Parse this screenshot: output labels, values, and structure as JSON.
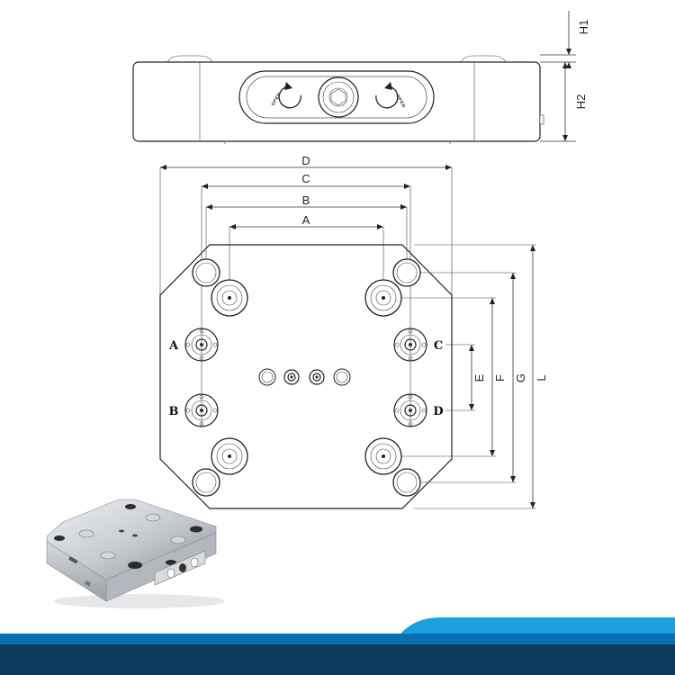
{
  "side_view": {
    "dimensions": {
      "h1": "H1",
      "h2": "H2"
    },
    "button_labels": {
      "left": "OPEN",
      "right": "OPEN"
    }
  },
  "top_view": {
    "dimensions": {
      "a": "A",
      "b": "B",
      "c": "C",
      "d": "D",
      "e": "E",
      "f": "F",
      "g": "G",
      "l": "L"
    },
    "pin_labels": {
      "a": "A",
      "b": "B",
      "c": "C",
      "d": "D"
    }
  },
  "colors": {
    "footer_dark": "#0b3a5d",
    "footer_mid": "#0a6fb0",
    "footer_light": "#1aa0dc",
    "line": "#222222",
    "metal": "#c9ccd1"
  }
}
